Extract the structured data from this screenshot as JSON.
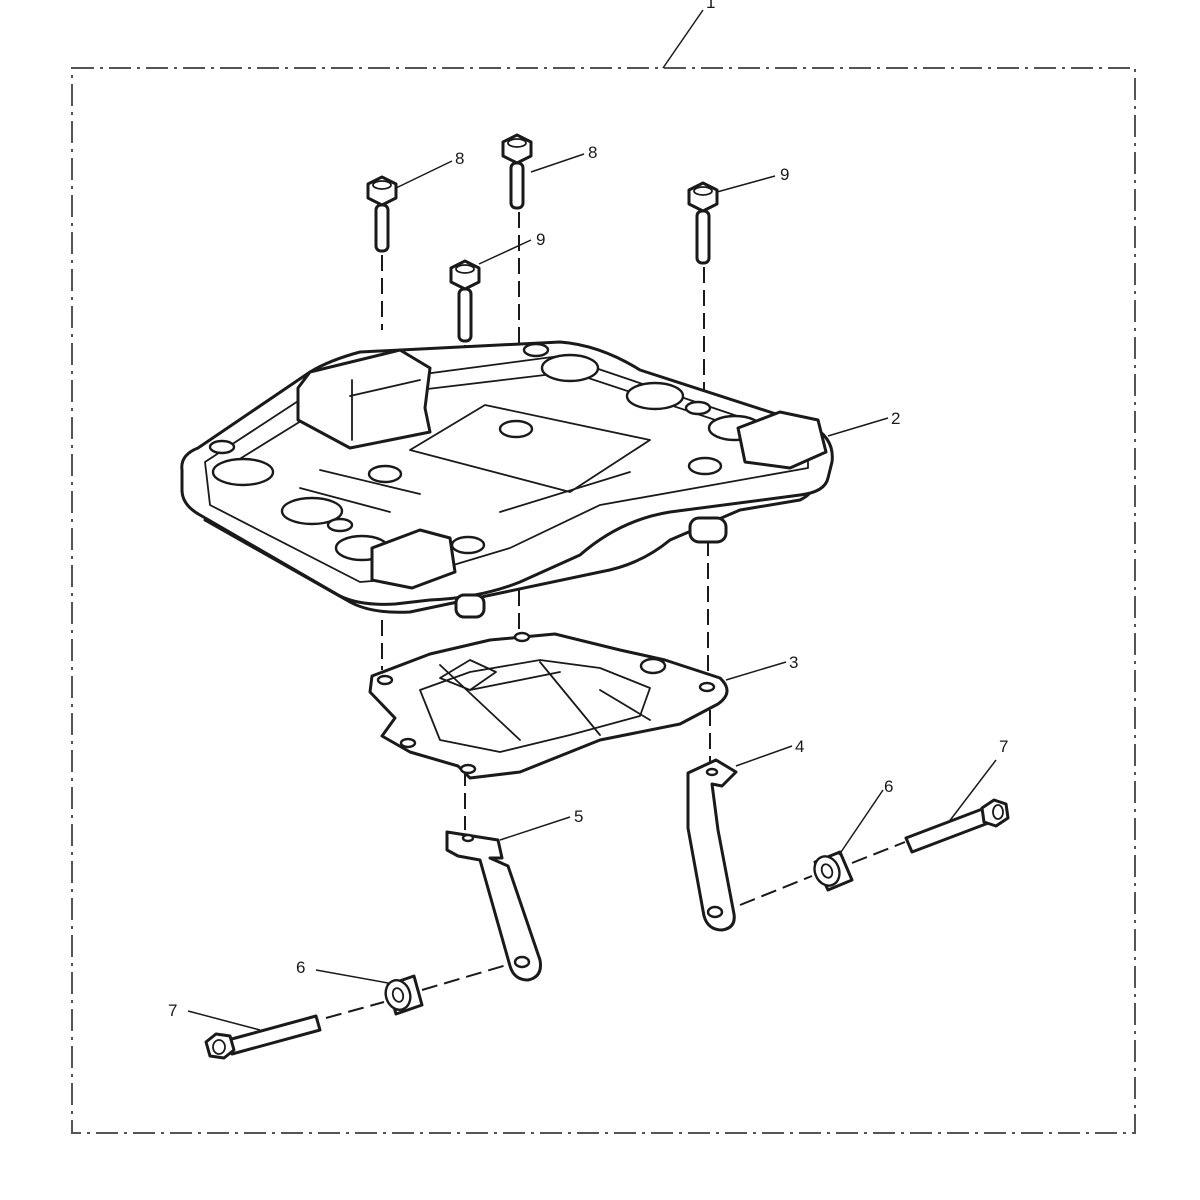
{
  "kit_frame": {
    "callout": "1"
  },
  "parts": [
    {
      "id": "top-box-mounting-plate",
      "callout": "2"
    },
    {
      "id": "adaptor-plate",
      "callout": "3"
    },
    {
      "id": "bracket-right",
      "callout": "4"
    },
    {
      "id": "bracket-left",
      "callout": "5"
    },
    {
      "id": "spacer-right",
      "callout": "6"
    },
    {
      "id": "spacer-left",
      "callout": "6"
    },
    {
      "id": "bolt-long-right",
      "callout": "7"
    },
    {
      "id": "bolt-long-left",
      "callout": "7"
    },
    {
      "id": "bolt-left-rear",
      "callout": "8"
    },
    {
      "id": "bolt-centre-rear",
      "callout": "8"
    },
    {
      "id": "bolt-right",
      "callout": "9"
    },
    {
      "id": "bolt-centre-front",
      "callout": "9"
    }
  ],
  "colors": {
    "line": "#1a1a1a",
    "frame": "#555555",
    "background": "#ffffff"
  }
}
